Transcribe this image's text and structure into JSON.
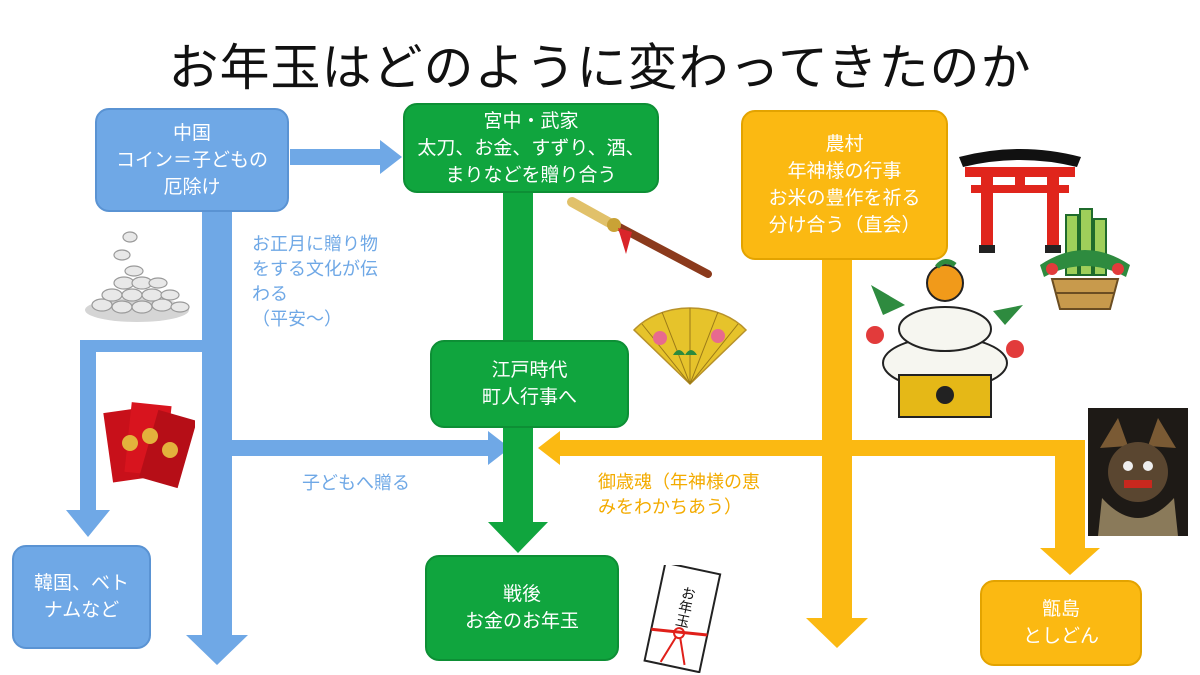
{
  "title": "お年玉はどのように変わってきたのか",
  "boxes": {
    "china": [
      "中国",
      "コイン＝子どもの",
      "厄除け"
    ],
    "court": [
      "宮中・武家",
      "太刀、お金、すずり、酒、",
      "まりなどを贈り合う"
    ],
    "farm": [
      "農村",
      "年神様の行事",
      "お米の豊作を祈る",
      "分け合う（直会）"
    ],
    "edo": [
      "江戸時代",
      "町人行事へ"
    ],
    "korea": [
      "韓国、ベト",
      "ナムなど"
    ],
    "postwar": [
      "戦後",
      "お金のお年玉"
    ],
    "koshiki": [
      "甑島",
      "としどん"
    ]
  },
  "notes": {
    "new_year_gift": [
      "お正月に贈り物",
      "をする文化が伝",
      "わる",
      "（平安～）"
    ],
    "to_children": "子どもへ贈る",
    "mitoshidama": [
      "御歳魂（年神様の恵",
      "みをわかちあう）"
    ]
  },
  "illustrations": {
    "envelope_text": "お年玉"
  },
  "colors": {
    "blue": "#6fa8e6",
    "green": "#10a53e",
    "orange": "#fbb912"
  }
}
